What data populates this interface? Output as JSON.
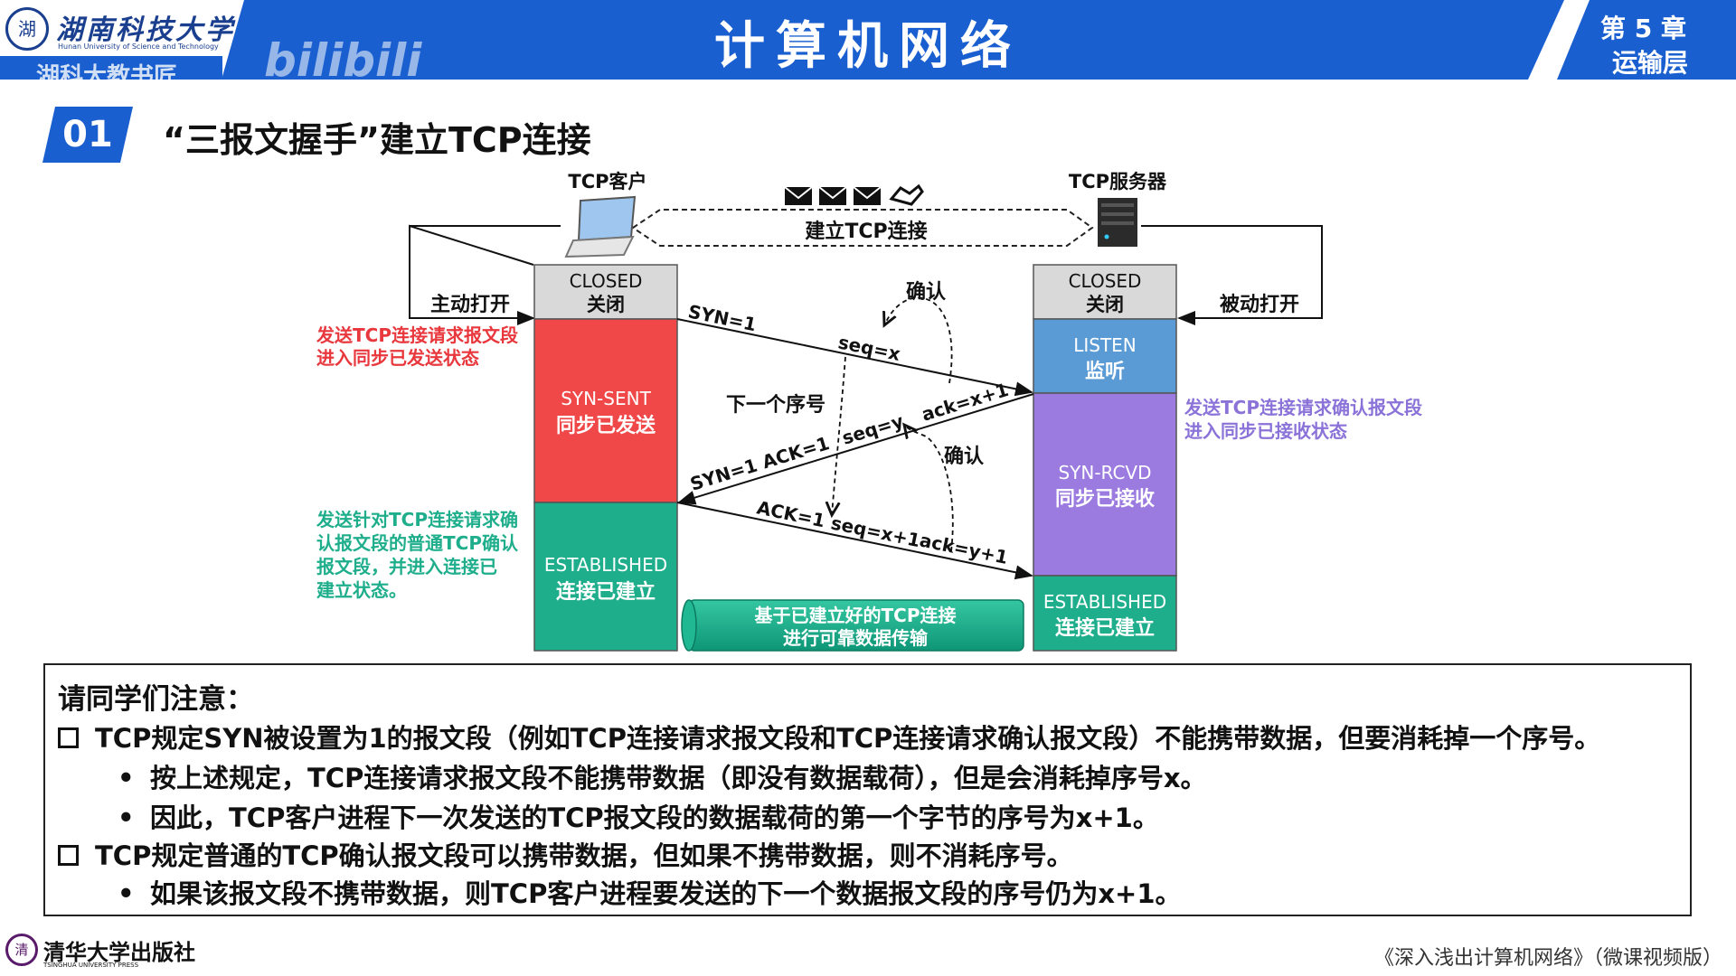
{
  "header": {
    "logo_name": "湖南科技大学",
    "logo_en": "Hunan University of Science and Technology",
    "logo_seal": "湖",
    "logo_sub": "湖科大教书匠",
    "watermark": "bilibili",
    "title": "计算机网络",
    "chapter_line1": "第 5 章",
    "chapter_line2": "运输层"
  },
  "section": {
    "number": "01",
    "title": "“三报文握手”建立TCP连接"
  },
  "diagram": {
    "client_label": "TCP客户",
    "server_label": "TCP服务器",
    "connection_label": "建立TCP连接",
    "active_open": "主动打开",
    "passive_open": "被动打开",
    "colors": {
      "closed": "#d9d9d9",
      "syn_sent": "#f04848",
      "established": "#1fae8c",
      "listen": "#5b9bd5",
      "syn_rcvd": "#9b7be0",
      "note_red": "#e8383d",
      "note_green": "#1fae8c",
      "note_purple": "#8a72d8"
    },
    "client_states": [
      {
        "en": "CLOSED",
        "zh": "关闭"
      },
      {
        "en": "SYN-SENT",
        "zh": "同步已发送"
      },
      {
        "en": "ESTABLISHED",
        "zh": "连接已建立"
      }
    ],
    "server_states": [
      {
        "en": "CLOSED",
        "zh": "关闭"
      },
      {
        "en": "LISTEN",
        "zh": "监听"
      },
      {
        "en": "SYN-RCVD",
        "zh": "同步已接收"
      },
      {
        "en": "ESTABLISHED",
        "zh": "连接已建立"
      }
    ],
    "msg1": {
      "flags": "SYN=1",
      "seq": "seq=x"
    },
    "msg2": {
      "flags": "SYN=1  ACK=1",
      "seq": "seq=y",
      "ack": "ack=x+1"
    },
    "msg3": {
      "flags": "ACK=1",
      "seq": "seq=x+1",
      "ack": "ack=y+1"
    },
    "confirm1": "确认",
    "confirm2": "确认",
    "next_seq": "下一个序号",
    "data_transfer_line1": "基于已建立好的TCP连接",
    "data_transfer_line2": "进行可靠数据传输",
    "note_client_sent_1": "发送TCP连接请求报文段",
    "note_client_sent_2": "进入同步已发送状态",
    "note_server_1": "发送TCP连接请求确认报文段",
    "note_server_2": "进入同步已接收状态",
    "note_client_est_1": "发送针对TCP连接请求确",
    "note_client_est_2": "认报文段的普通TCP确认",
    "note_client_est_3": "报文段，并进入连接已",
    "note_client_est_4": "建立状态。"
  },
  "notes": {
    "heading": "请同学们注意：",
    "items": [
      {
        "level": 1,
        "text": "TCP规定SYN被设置为1的报文段（例如TCP连接请求报文段和TCP连接请求确认报文段）不能携带数据，但要消耗掉一个序号。"
      },
      {
        "level": 2,
        "text": "按上述规定，TCP连接请求报文段不能携带数据（即没有数据载荷），但是会消耗掉序号x。"
      },
      {
        "level": 2,
        "text": "因此，TCP客户进程下一次发送的TCP报文段的数据载荷的第一个字节的序号为x+1。"
      },
      {
        "level": 1,
        "text": "TCP规定普通的TCP确认报文段可以携带数据，但如果不携带数据，则不消耗序号。"
      },
      {
        "level": 2,
        "text": "如果该报文段不携带数据，则TCP客户进程要发送的下一个数据报文段的序号仍为x+1。"
      }
    ]
  },
  "footer": {
    "press_logo": "清",
    "press": "清华大学出版社",
    "press_en": "TSINGHUA UNIVERSITY PRESS",
    "book": "《深入浅出计算机网络》（微课视频版）"
  }
}
